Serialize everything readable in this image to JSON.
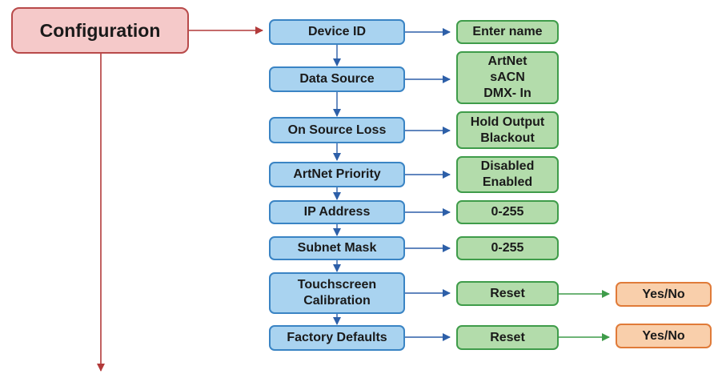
{
  "root": {
    "label": "Configuration"
  },
  "menu_items": [
    {
      "label": "Device ID",
      "options": [
        "Enter name"
      ]
    },
    {
      "label": "Data Source",
      "options": [
        "ArtNet",
        "sACN",
        "DMX- In"
      ]
    },
    {
      "label": "On Source Loss",
      "options": [
        "Hold Output",
        "Blackout"
      ]
    },
    {
      "label": "ArtNet Priority",
      "options": [
        "Disabled",
        "Enabled"
      ]
    },
    {
      "label": "IP Address",
      "options": [
        "0-255"
      ]
    },
    {
      "label": "Subnet Mask",
      "options": [
        "0-255"
      ]
    },
    {
      "label": [
        "Touchscreen",
        "Calibration"
      ],
      "options": [
        "Reset"
      ],
      "confirm": "Yes/No"
    },
    {
      "label": "Factory Defaults",
      "options": [
        "Reset"
      ],
      "confirm": "Yes/No"
    }
  ],
  "colors": {
    "root_fill": "#f5c9c9",
    "root_border": "#b84a4a",
    "menu_fill": "#a9d3f0",
    "menu_border": "#3a84c4",
    "option_fill": "#b3dcab",
    "option_border": "#3f9c4a",
    "confirm_fill": "#f9cfab",
    "confirm_border": "#e07b39",
    "arrow_red": "#b23a3a",
    "arrow_blue": "#2d5fa8",
    "arrow_green": "#3f9c4a"
  }
}
